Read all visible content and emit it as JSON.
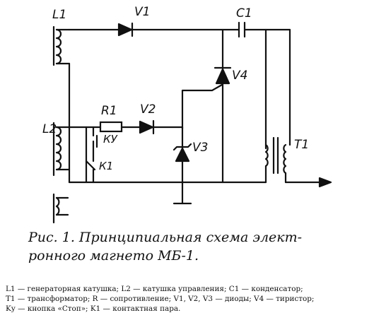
{
  "figure": {
    "labels": {
      "L1": "L1",
      "L2": "L2",
      "V1": "V1",
      "V2": "V2",
      "V3": "V3",
      "V4": "V4",
      "C1": "C1",
      "R1": "R1",
      "KU": "КУ",
      "K1": "К1",
      "T1": "T1"
    },
    "caption": {
      "line1": "Рис. 1. Принципиальная схема элект-",
      "line2": "ронного магнето МБ-1."
    },
    "legend": {
      "line1": "L1 — генераторная катушка; L2 — катушка управления; C1 — конденсатор;",
      "line2": "T1 — трансформатор; R — сопротивление; V1, V2, V3 — диоды; V4 — тиристор;",
      "line3": "Kу — кнопка «Стоп»; K1 — контактная пара."
    }
  }
}
